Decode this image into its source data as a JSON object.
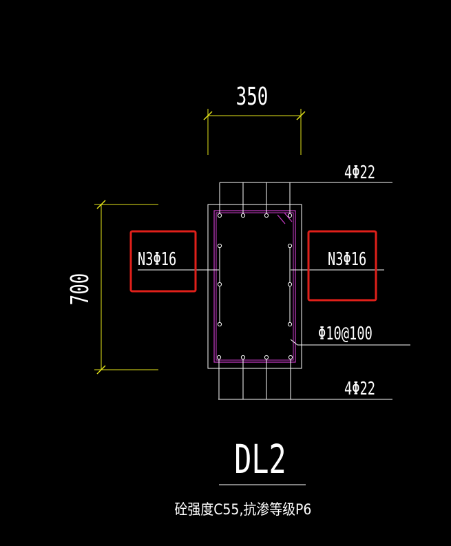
{
  "colors": {
    "background": "#000000",
    "dimension_line": "#e6e61a",
    "outline": "#ffffff",
    "stirrup": "#c83cc8",
    "rebar": "#ffffff",
    "highlight": "#e0201a"
  },
  "dimensions": {
    "width_label": "350",
    "height_label": "700"
  },
  "labels": {
    "top_rebar": "4Φ22",
    "bottom_rebar": "4Φ22",
    "stirrup": "Φ10@100",
    "side_rebar_left": "N3Φ16",
    "side_rebar_right": "N3Φ16"
  },
  "title": {
    "name": "DL2",
    "note": "砼强度C55,抗渗等级P6"
  }
}
